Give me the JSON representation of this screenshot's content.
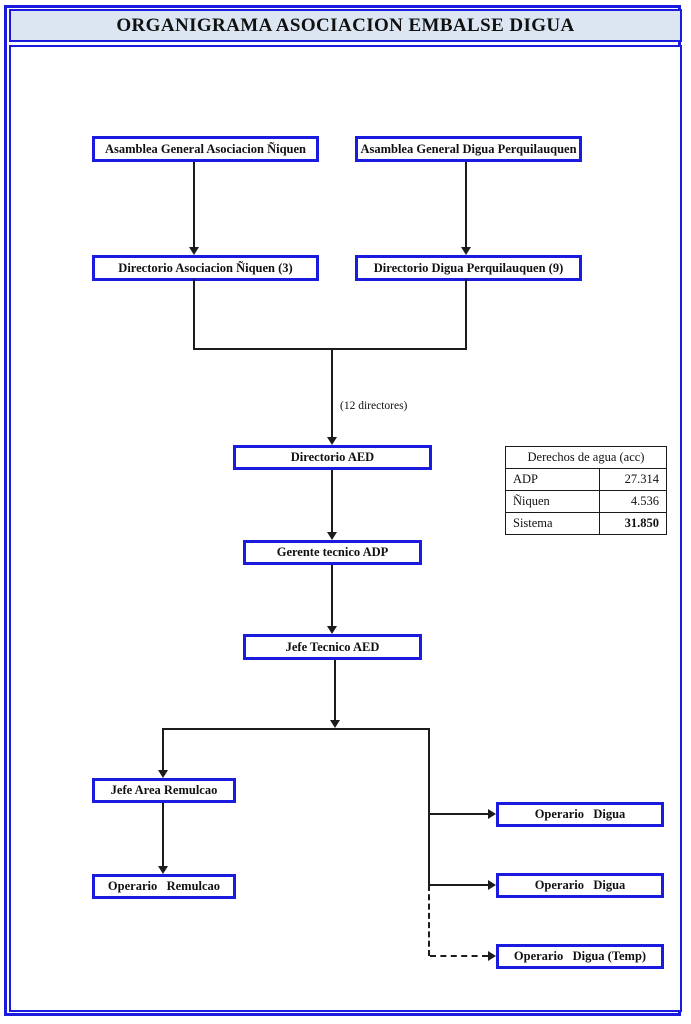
{
  "title": "ORGANIGRAMA ASOCIACION EMBALSE DIGUA",
  "colors": {
    "accent_blue": "#1b1be0",
    "title_background": "#dce6f2",
    "connector_line": "#1c1c1c"
  },
  "nodes": {
    "asamblea_niquen": {
      "label": "Asamblea General Asociacion Ñiquen"
    },
    "asamblea_digua": {
      "label": "Asamblea General Digua Perquilauquen"
    },
    "directorio_niquen": {
      "label": "Directorio Asociacion Ñiquen (3)"
    },
    "directorio_digua": {
      "label": "Directorio Digua Perquilauquen (9)"
    },
    "directorio_aed": {
      "label": "Directorio AED"
    },
    "gerente_tecnico": {
      "label": "Gerente tecnico ADP"
    },
    "jefe_tecnico": {
      "label": "Jefe Tecnico AED"
    },
    "jefe_remulcao": {
      "label": "Jefe Area Remulcao"
    },
    "operario_remulcao": {
      "label": "Operario   Remulcao"
    },
    "operario_digua_1": {
      "label": "Operario   Digua"
    },
    "operario_digua_2": {
      "label": "Operario   Digua"
    },
    "operario_digua_temp": {
      "label": "Operario   Digua (Temp)"
    }
  },
  "annotations": {
    "directores": "(12 directores)"
  },
  "water_rights_table": {
    "title": "Derechos de agua (acc)",
    "rows": [
      {
        "label": "ADP",
        "value": "27.314"
      },
      {
        "label": "Ñiquen",
        "value": "4.536"
      },
      {
        "label": "Sistema",
        "value": "31.850"
      }
    ]
  }
}
